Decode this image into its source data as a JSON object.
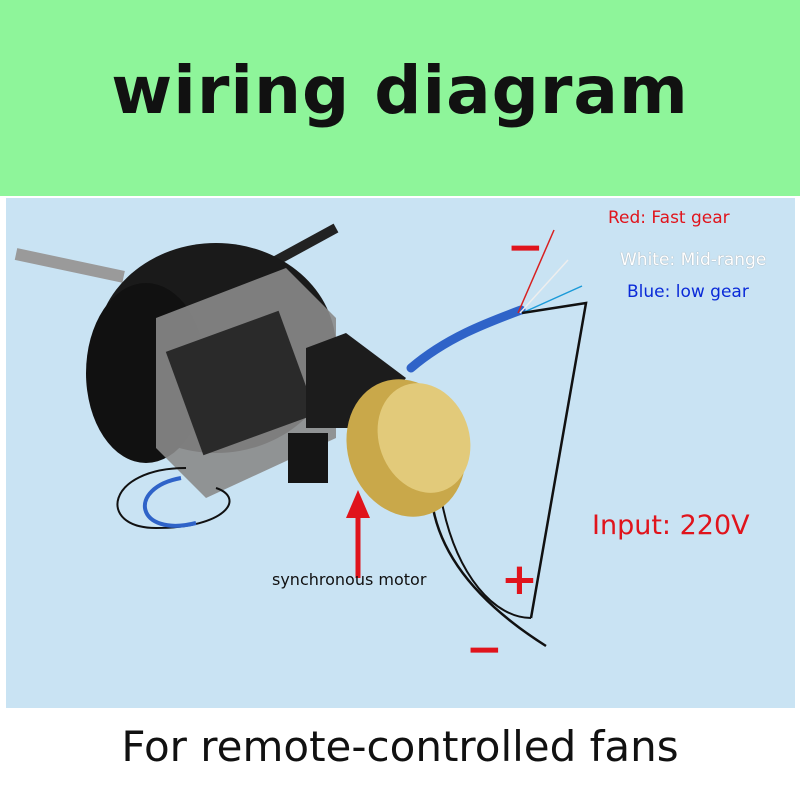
{
  "header": {
    "title": "wiring diagram"
  },
  "diagram": {
    "wire_labels": {
      "red": "Red: Fast gear",
      "white": "White: Mid-range",
      "blue": "Blue: low gear"
    },
    "input_label": "Input: 220V",
    "motor_label": "synchronous motor",
    "signs": {
      "top": "−",
      "plus": "+",
      "bottom": "−"
    },
    "colors": {
      "header_bg": "#8ef59a",
      "photo_bg": "#c9e3f3",
      "accent_red": "#e0141c",
      "label_blue": "#0a2ad8"
    }
  },
  "footer": {
    "caption": "For remote-controlled fans"
  }
}
